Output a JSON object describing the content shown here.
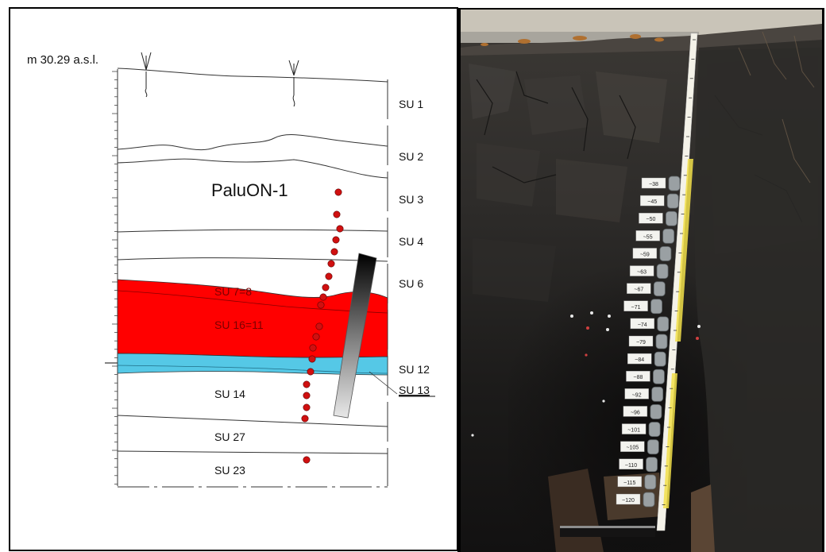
{
  "elevation_label": "m 30.29 a.s.l.",
  "site_label": "PaluON-1",
  "units": {
    "su1": "SU 1",
    "su2": "SU 2",
    "su3": "SU 3",
    "su4": "SU 4",
    "su6": "SU 6",
    "su7_8": "SU 7=8",
    "su16_11": "SU 16=11",
    "su12": "SU 12",
    "su13": "SU 13",
    "su14": "SU 14",
    "su27": "SU 27",
    "su23": "SU 23"
  },
  "colors": {
    "red_layer": "#ff0000",
    "blue_layer": "#55c8e6",
    "sample_dot": "#d01010",
    "photo_soil": "#2a2928"
  },
  "photo": {
    "tag_labels": [
      "~38",
      "~45",
      "~50",
      "~55",
      "~59",
      "~63",
      "~67",
      "~71",
      "~74",
      "~79",
      "~84",
      "~88",
      "~92",
      "~96",
      "~101",
      "~105",
      "~110",
      "~115",
      "~120"
    ]
  }
}
